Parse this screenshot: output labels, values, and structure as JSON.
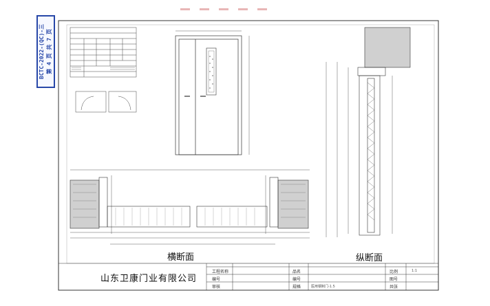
{
  "company_name": "山东卫康门业有限公司",
  "stamp_lines": [
    "BCTC-2022-(QC)-三",
    "第 4 页 共 7 页"
  ],
  "section_titles": {
    "horizontal_section": "横断面",
    "vertical_section": "纵断面"
  },
  "title_block": {
    "left_labels": [
      "工程名称",
      "编号",
      "审核"
    ],
    "right_labels": [
      "比例",
      "图号",
      "共张"
    ],
    "center_labels": [
      "品名",
      "编号",
      "规格"
    ],
    "value_spec": "医用钢制门-1.5",
    "value_scale": "1:1"
  },
  "colors": {
    "line": "#2a2a2a",
    "frame_border": "#333333",
    "stamp_blue": "#2747a8",
    "hatch_fill": "#c9c9c9",
    "bleed_red": "#e8b6b6"
  }
}
